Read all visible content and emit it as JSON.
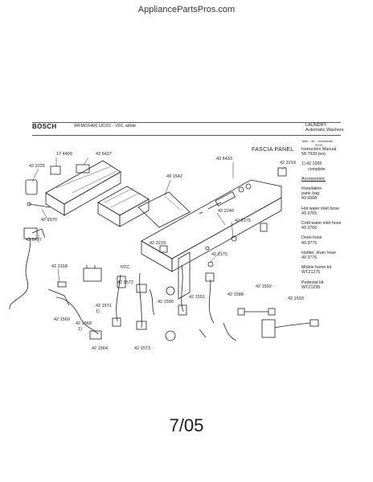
{
  "site": "AppliancePartsPros.com",
  "header": {
    "brand": "BOSCH",
    "model": "WFMC6400 UC/01 - V01, white",
    "category_line1": "LAUNDRY",
    "category_line2": "Automatic Washers",
    "mat_label": "Mat. - Nr. - Kenntzahl",
    "mat_code": "3749 . . . . . . ."
  },
  "diagram": {
    "title": "FASCIA PANEL",
    "ntc": "NTC",
    "labels": {
      "p174409": "17 4409",
      "p436437": "43 6437",
      "p422225": "42 2225",
      "p436433": "43 6433",
      "p422219a": "42 2219",
      "p491542": "49 1542",
      "p421570": "42 1570",
      "p422240": "42 2240",
      "p422175a": "42 2175",
      "p436477": "43 6477",
      "p422219b": "42 2219",
      "p422175b": "42 2175",
      "p422158": "42 2158",
      "p421572": "42 1572",
      "p421590": "42 1590",
      "p421591": "42 1591",
      "p421588": "42 1588",
      "p421592": "42 1592",
      "p421593": "42 1593",
      "p421571": "42 1571",
      "p421571n": "1)",
      "p421569": "42 1569",
      "p421568": "42 1568",
      "p421568n": "1)",
      "p421564": "42 1564",
      "p421573": "42 1573"
    }
  },
  "sidebar": {
    "instruction_label": "Instruction Manual",
    "instruction_value": "58 7939 (en)",
    "complete_prefix": "1) 42 1595",
    "complete_value": "complete",
    "accessories_heading": "Accessories:",
    "installation_label": "Installation",
    "installation_label2": "parts bag",
    "installation_value": "43 6508",
    "hot_label": "Hot water inlet hose",
    "hot_value": "49 3765",
    "cold_label": "Cold water inlet hose",
    "cold_value": "49 3766",
    "drain_label": "Drain hose",
    "drain_value": "49 3775",
    "holder_label": "Holder, drain hose",
    "holder_value": "49 3776",
    "mobile_label": "Mobile home kit",
    "mobile_value": "WTZ1275",
    "pedestal_label": "Pedestal kit",
    "pedestal_value": "WTZ1295"
  },
  "footer": {
    "date": "7/05"
  }
}
